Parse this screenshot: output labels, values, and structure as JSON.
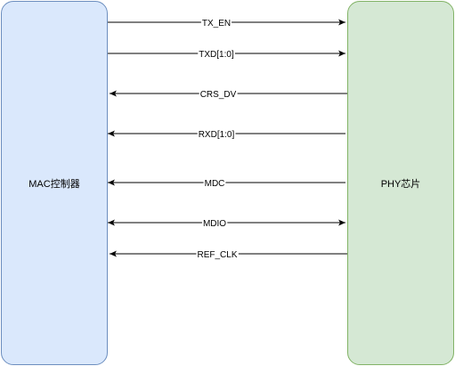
{
  "blocks": {
    "mac": {
      "label": "MAC控制器",
      "fill": "#dae8fc",
      "stroke": "#6c8ebf"
    },
    "phy": {
      "label": "PHY芯片",
      "fill": "#d5e8d4",
      "stroke": "#82b366"
    }
  },
  "signals": [
    {
      "label": "TX_EN",
      "direction": "mac-to-phy"
    },
    {
      "label": "TXD[1:0]",
      "direction": "mac-to-phy"
    },
    {
      "label": "CRS_DV",
      "direction": "phy-to-mac"
    },
    {
      "label": "RXD[1:0]",
      "direction": "phy-to-mac"
    },
    {
      "label": "MDC",
      "direction": "phy-to-mac"
    },
    {
      "label": "MDIO",
      "direction": "bidirectional"
    },
    {
      "label": "REF_CLK",
      "direction": "phy-to-mac"
    }
  ]
}
